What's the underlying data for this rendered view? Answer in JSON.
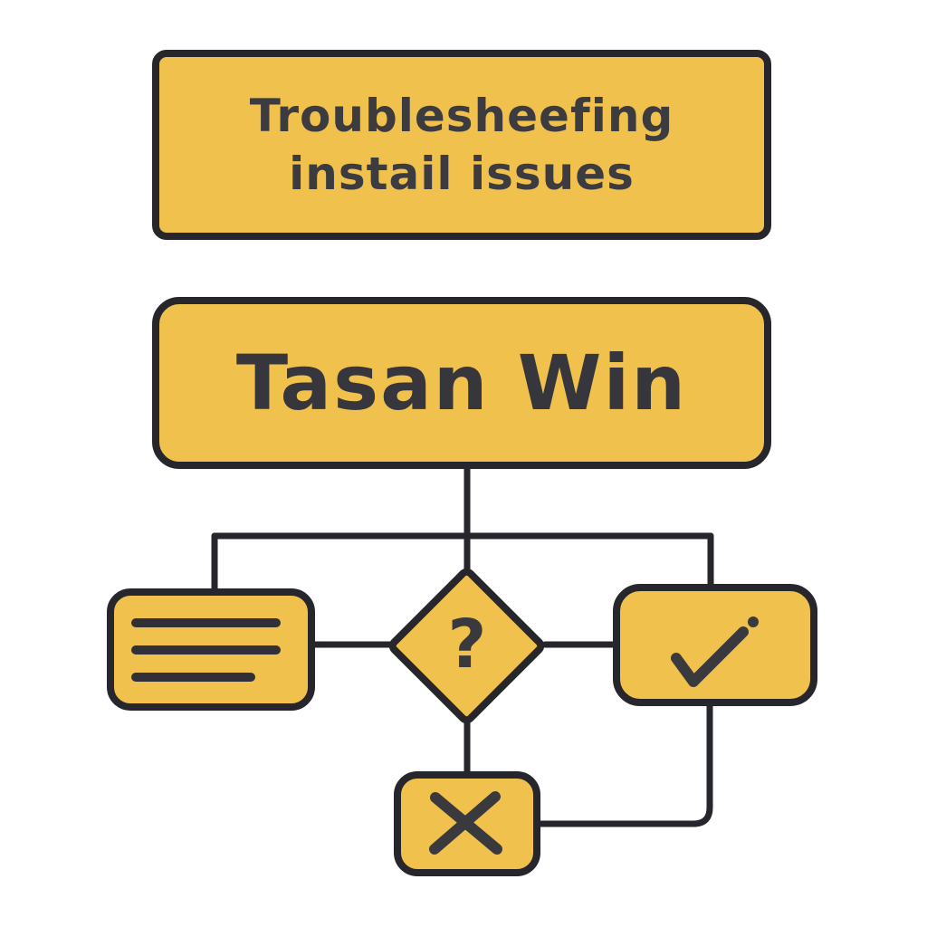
{
  "flowchart": {
    "title_box": {
      "line1": "Troublesheefing",
      "line2": "instail issues"
    },
    "subject_box": {
      "label": "Tasan Win"
    },
    "decision_diamond": {
      "symbol": "?"
    },
    "notes_box": {
      "icon": "menu-lines-icon"
    },
    "success_box": {
      "icon": "checkmark-icon"
    },
    "failure_box": {
      "icon": "x-icon"
    },
    "colors": {
      "node_fill": "#F0C24D",
      "outline": "#26262C",
      "text": "#3C3B40",
      "background": "#FFFFFF"
    }
  }
}
